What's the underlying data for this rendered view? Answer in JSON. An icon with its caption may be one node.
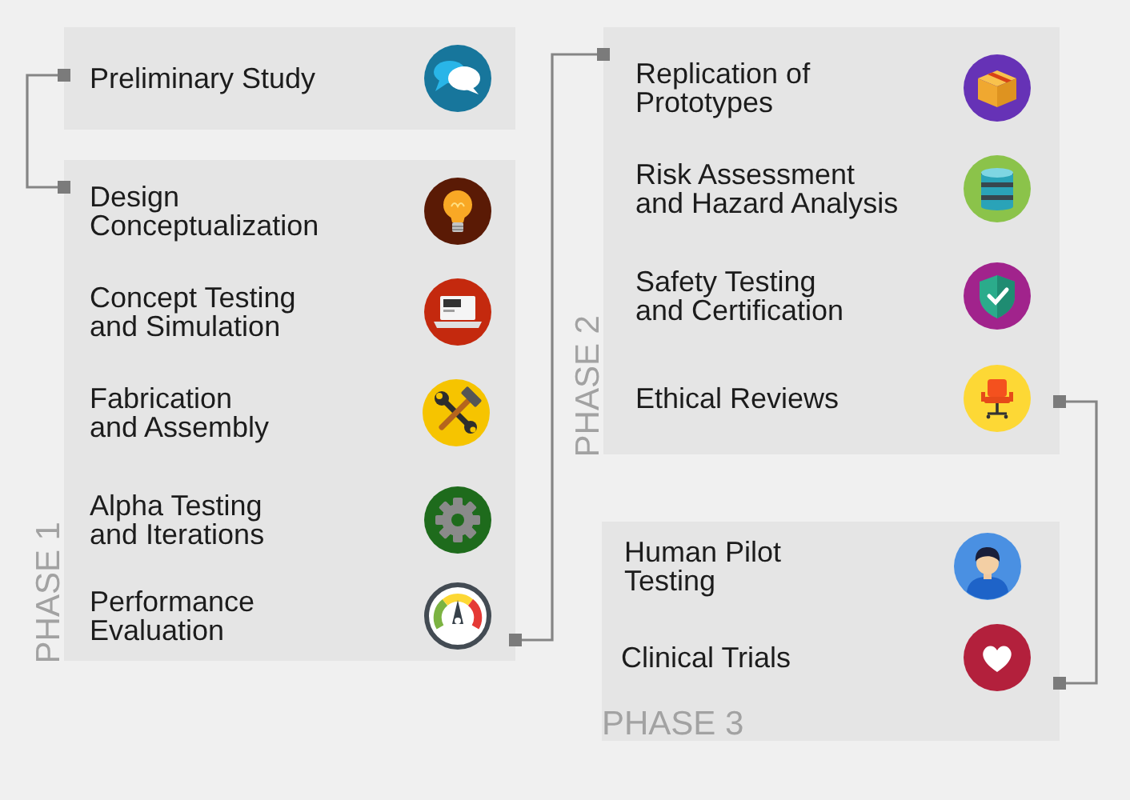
{
  "diagram": {
    "nodes": [
      {
        "text": [
          "Preliminary Study"
        ]
      },
      {
        "text": [
          "Design Conceptualization",
          "Concept Testing and Simulation",
          "Fabrication and Assembly",
          "Alpha Testing and Iterations",
          "Performance Evaluation",
          "PHASE 1"
        ]
      },
      {
        "text": [
          "Replication of Prototypes",
          "Risk Assessment and Hazard Analysis",
          "Safety Testing and Certification",
          "Ethical Reviews",
          "PHASE 2"
        ]
      },
      {
        "text": [
          "Human Pilot Testing",
          "Clinical Trials",
          "PHASE 3"
        ]
      }
    ],
    "edges": [
      {
        "from": 0,
        "to": 1,
        "arrow": "other"
      },
      {
        "from": 1,
        "to": 2,
        "arrow": "other"
      },
      {
        "from": 2,
        "to": 3,
        "arrow": "other"
      }
    ]
  }
}
